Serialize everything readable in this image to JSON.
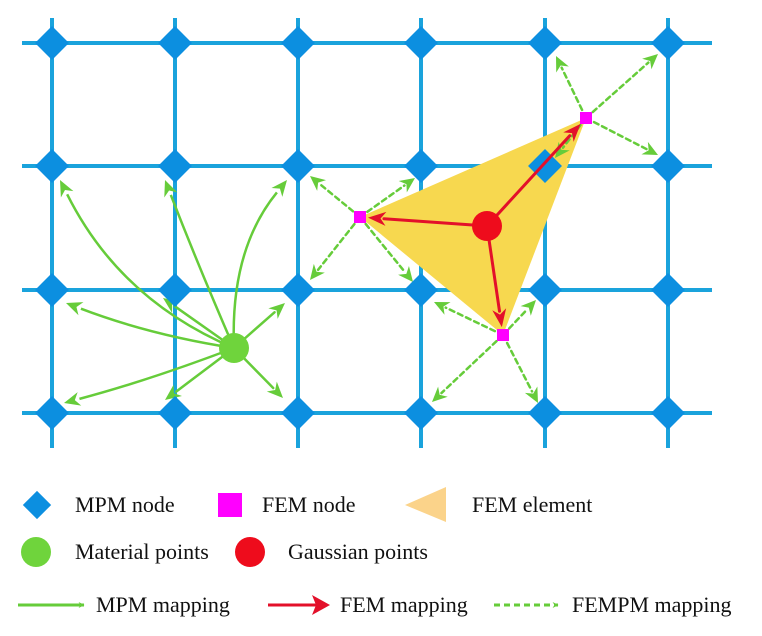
{
  "colors": {
    "grid": "#1aa3dc",
    "mpm_node": "#0c8fe0",
    "fem_node": "#ff00ff",
    "fem_element": "#f7d84f",
    "material_point": "#6fd43c",
    "gaussian_point": "#ee0c1c",
    "mpm_arrow": "#66cc3a",
    "fem_arrow": "#e3102a",
    "fempm_arrow": "#66cc3a"
  },
  "icons": {
    "mpm_node": "blue-diamond-icon",
    "fem_node": "magenta-square-icon",
    "fem_element": "yellow-triangle-icon",
    "material_point": "green-circle-icon",
    "gaussian_point": "red-circle-icon",
    "mpm_mapping": "green-solid-arrow-icon",
    "fem_mapping": "red-solid-arrow-icon",
    "fempm_mapping": "green-dashed-arrow-icon"
  },
  "legend": {
    "mpm_node": "MPM node",
    "fem_node": "FEM node",
    "fem_element": "FEM element",
    "material_points": "Material points",
    "gaussian_points": "Gaussian points",
    "mpm_mapping": "MPM mapping",
    "fem_mapping": "FEM mapping",
    "fempm_mapping": "FEMPM mapping"
  }
}
